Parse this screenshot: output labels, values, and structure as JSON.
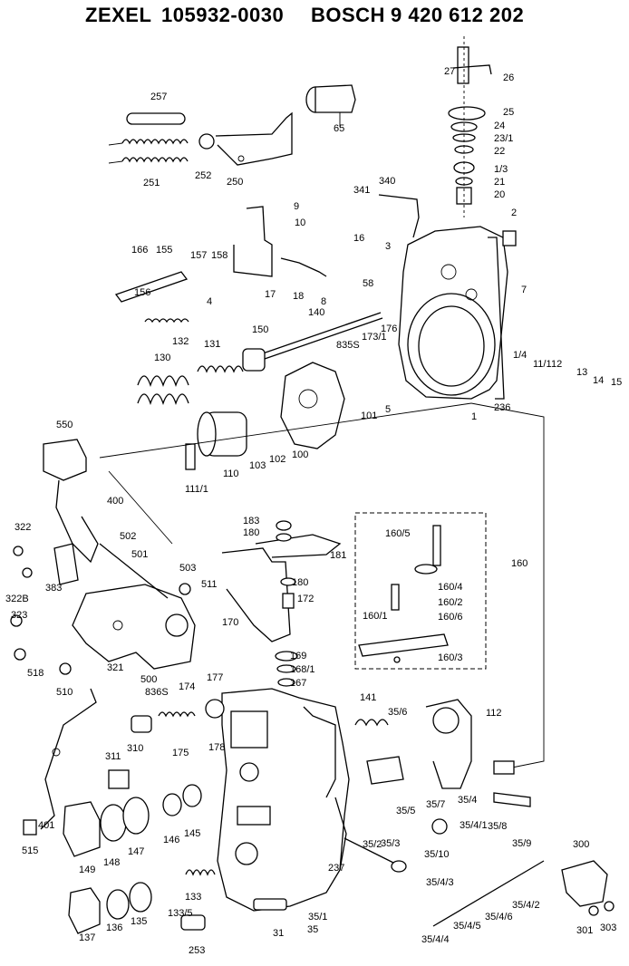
{
  "header": {
    "brand_left": "ZEXEL",
    "part_left": "105932-0030",
    "brand_right": "BOSCH",
    "part_right": "9 420 612 202"
  },
  "callouts": [
    "257",
    "65",
    "27",
    "26",
    "25",
    "24",
    "23/1",
    "22",
    "1/3",
    "21",
    "20",
    "252",
    "251",
    "250",
    "341",
    "340",
    "2",
    "9",
    "10",
    "166",
    "155",
    "156",
    "157",
    "158",
    "16",
    "3",
    "17",
    "18",
    "8",
    "58",
    "4",
    "132",
    "140",
    "176",
    "173/1",
    "7",
    "1/4",
    "11/1",
    "12",
    "13",
    "14",
    "15",
    "150",
    "131",
    "130",
    "835S",
    "101",
    "5",
    "236",
    "1",
    "110",
    "103",
    "102",
    "100",
    "111/1",
    "550",
    "400",
    "322",
    "502",
    "501",
    "503",
    "511",
    "383",
    "322B",
    "323",
    "518",
    "321",
    "500",
    "836S",
    "510",
    "183",
    "180",
    "181",
    "180",
    "172",
    "170",
    "169",
    "168/1",
    "167",
    "160/5",
    "160",
    "160/4",
    "160/2",
    "160/6",
    "160/1",
    "160/3",
    "177",
    "174",
    "310",
    "178",
    "175",
    "311",
    "141",
    "35/6",
    "112",
    "35/8",
    "35/4",
    "35/7",
    "35/4/1",
    "35/5",
    "35/9",
    "35/10",
    "401",
    "515",
    "149",
    "148",
    "147",
    "146",
    "145",
    "133",
    "133/5",
    "137",
    "136",
    "135",
    "253",
    "31",
    "35/1",
    "35",
    "237",
    "35/2",
    "35/3",
    "300",
    "35/4/3",
    "35/4/2",
    "35/4/6",
    "35/4/5",
    "35/4/4",
    "301",
    "303"
  ]
}
